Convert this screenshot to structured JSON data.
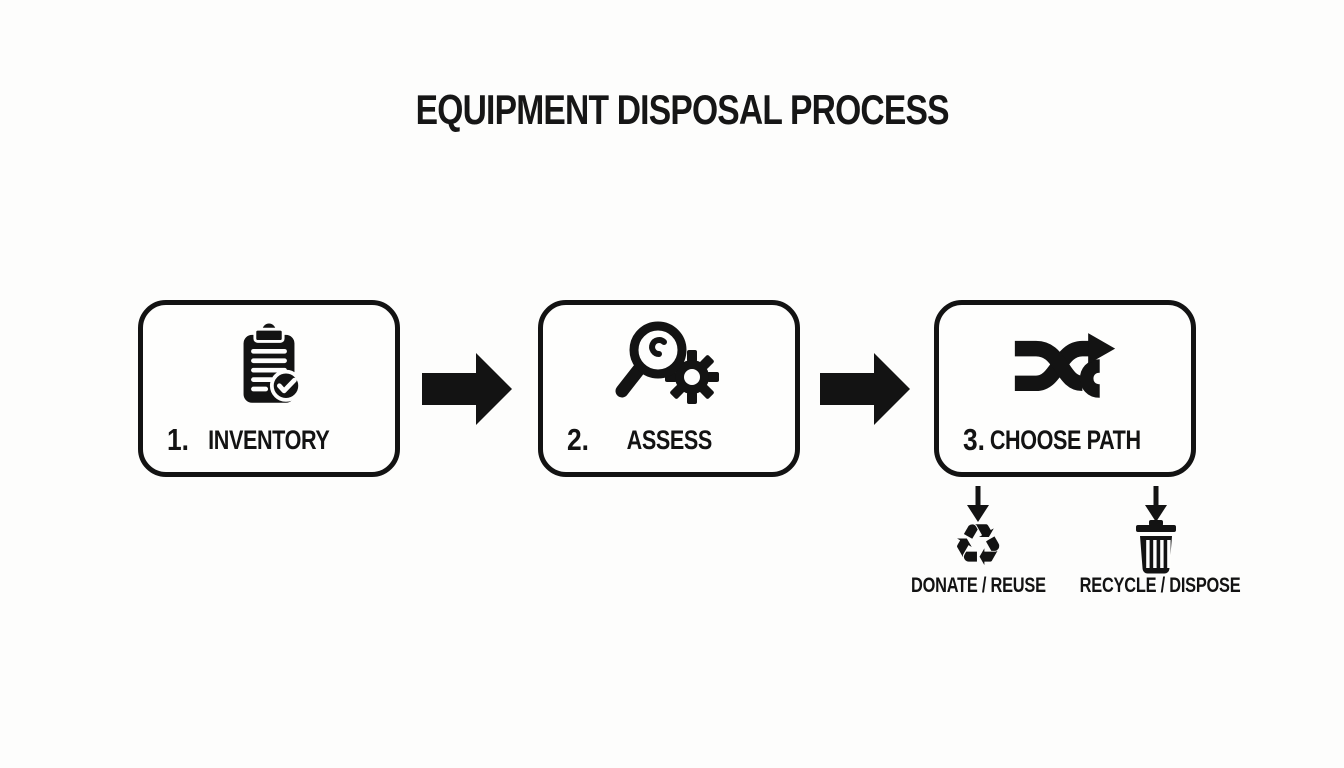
{
  "title": "EQUIPMENT DISPOSAL PROCESS",
  "steps": [
    {
      "number": "1.",
      "label": "INVENTORY",
      "icon": "clipboard-check-icon"
    },
    {
      "number": "2.",
      "label": "ASSESS",
      "icon": "magnifier-gear-icon"
    },
    {
      "number": "3.",
      "label": "CHOOSE PATH",
      "icon": "shuffle-arrows-icon"
    }
  ],
  "outcomes": [
    {
      "label": "DONATE / REUSE",
      "icon": "recycle-icon",
      "glyph": "♻"
    },
    {
      "label": "RECYCLE / DISPOSE",
      "icon": "trash-icon"
    }
  ],
  "colors": {
    "ink": "#131313",
    "background": "#fdfdfc",
    "box_fill": "#fefefd"
  }
}
